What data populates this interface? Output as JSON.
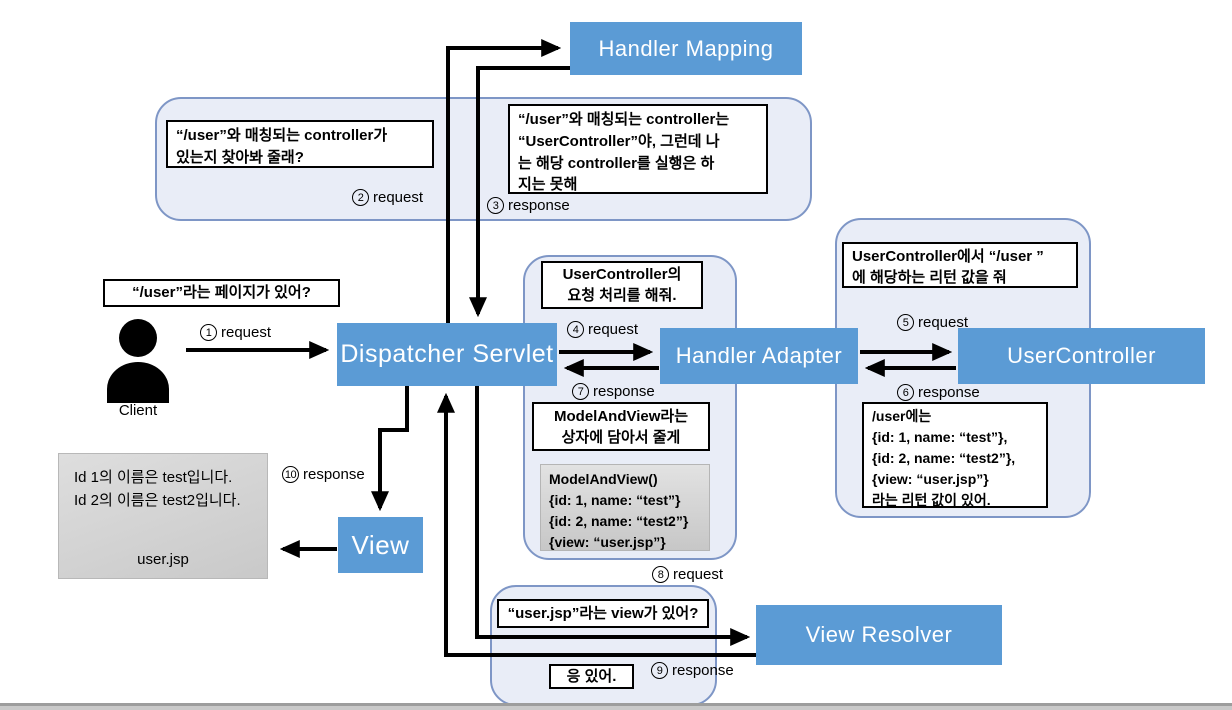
{
  "colors": {
    "node_blue": "#5B9BD5",
    "bubble_fill": "#E9EDF7",
    "bubble_border": "#7E96C6",
    "gray_fill": "#D9D9D9",
    "arrow_black": "#000000"
  },
  "nodes": {
    "handler_mapping": "Handler Mapping",
    "dispatcher_servlet": "Dispatcher Servlet",
    "handler_adapter": "Handler Adapter",
    "user_controller": "UserController",
    "view": "View",
    "view_resolver": "View Resolver",
    "client_label": "Client"
  },
  "callouts": {
    "find_controller": "“/user”와 매칭되는 controller가\n있는지 찾아봐 줄래?",
    "found_controller": "“/user”와 매칭되는 controller는\n“UserController”야, 그런데 나\n는 해당 controller를 실행은 하\n지는 못해",
    "client_ask": "“/user”라는 페이지가 있어?",
    "handle_request": "UserController의\n요청 처리를 해줘.",
    "model_and_view": "ModelAndView라는\n상자에 담아서 줄게",
    "model_box": "ModelAndView()\n{id: 1, name: “test”}\n{id: 2, name: “test2”}\n{view: “user.jsp”}",
    "controller_return": "UserController에서 “/user ”\n에 해당하는 리턴 값을 줘",
    "user_return": "/user에는\n{id: 1, name: “test”},\n{id: 2, name: “test2”},\n{view: “user.jsp”}\n라는 리턴 값이 있어.",
    "view_exists": "“user.jsp”라는 view가 있어?",
    "yes_exists": "응 있어.",
    "result_lines": "Id 1의 이름은 test입니다.\nId 2의 이름은 test2입니다.",
    "result_caption": "user.jsp"
  },
  "labels": [
    {
      "num": "1",
      "text": "request"
    },
    {
      "num": "2",
      "text": "request"
    },
    {
      "num": "3",
      "text": "response"
    },
    {
      "num": "4",
      "text": "request"
    },
    {
      "num": "5",
      "text": "request"
    },
    {
      "num": "6",
      "text": "response"
    },
    {
      "num": "7",
      "text": "response"
    },
    {
      "num": "8",
      "text": "request"
    },
    {
      "num": "9",
      "text": "response"
    },
    {
      "num": "10",
      "text": "response"
    }
  ]
}
